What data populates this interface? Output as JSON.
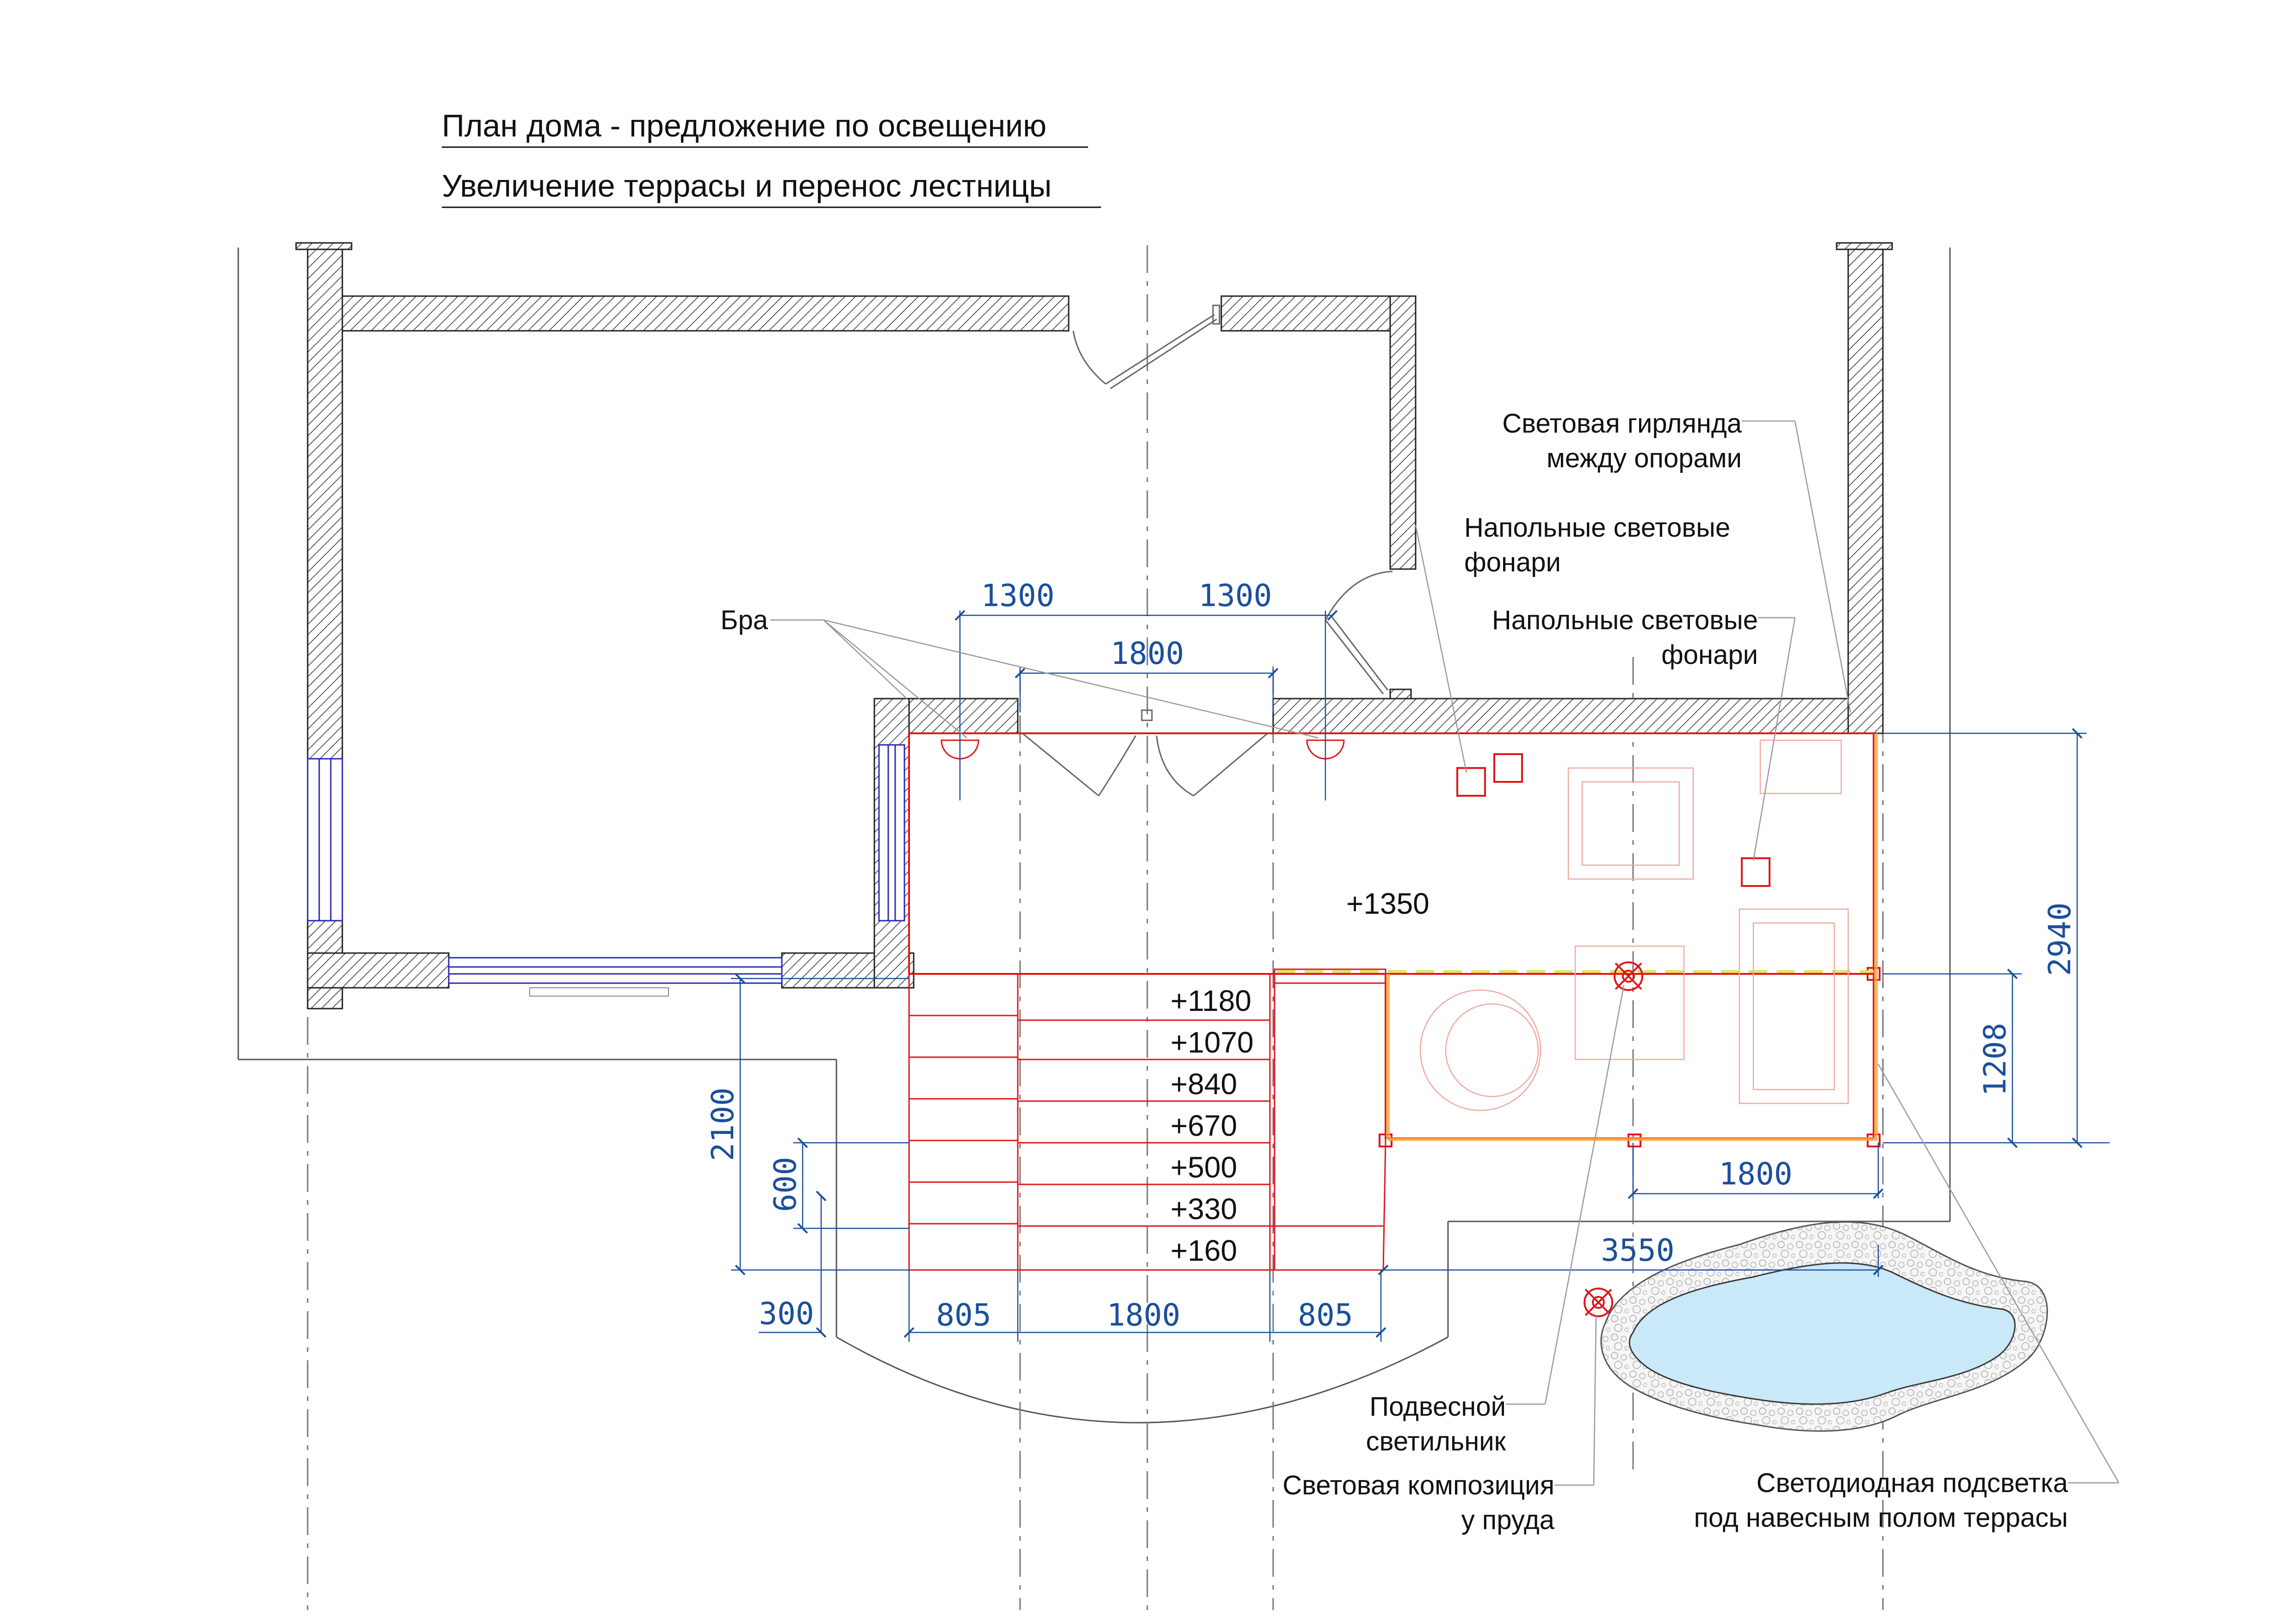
{
  "title": {
    "line1": "План дома - предложение по освещению",
    "line2": "Увеличение террасы и перенос лестницы"
  },
  "labels": {
    "bra": "Бра",
    "garland_1": "Световая гирлянда",
    "garland_2": "между опорами",
    "floor_lamps_a_1": "Напольные световые",
    "floor_lamps_a_2": "фонари",
    "floor_lamps_b_1": "Напольные световые",
    "floor_lamps_b_2": "фонари",
    "pendant_1": "Подвесной",
    "pendant_2": "светильник",
    "pond_comp_1": "Световая композиция",
    "pond_comp_2": "у пруда",
    "led_1": "Светодиодная подсветка",
    "led_2": "под навесным полом террасы"
  },
  "levels": {
    "terrace": "+1350",
    "steps": [
      "+1180",
      "+1070",
      "+840",
      "+670",
      "+500",
      "+330",
      "+160"
    ]
  },
  "dimensions": {
    "sconce_left": "1300",
    "sconce_right": "1300",
    "door_width": "1800",
    "stair_left": "805",
    "stair_mid": "1800",
    "stair_right": "805",
    "terrace_height": "2940",
    "lower_height": "1208",
    "lower_width": "1800",
    "pond_offset": "3550",
    "left_height": "2100",
    "left_600": "600",
    "left_300": "300"
  },
  "colors": {
    "wall": "#222222",
    "terrace": "#e0161b",
    "dimension": "#1b4f9c",
    "leader": "#9a9a9a",
    "window": "#2a2ab8",
    "pond_water": "#c9e8f8",
    "led_strip": "#f4a23a",
    "garland": "#e8e060",
    "furniture": "#f0a8a0"
  }
}
